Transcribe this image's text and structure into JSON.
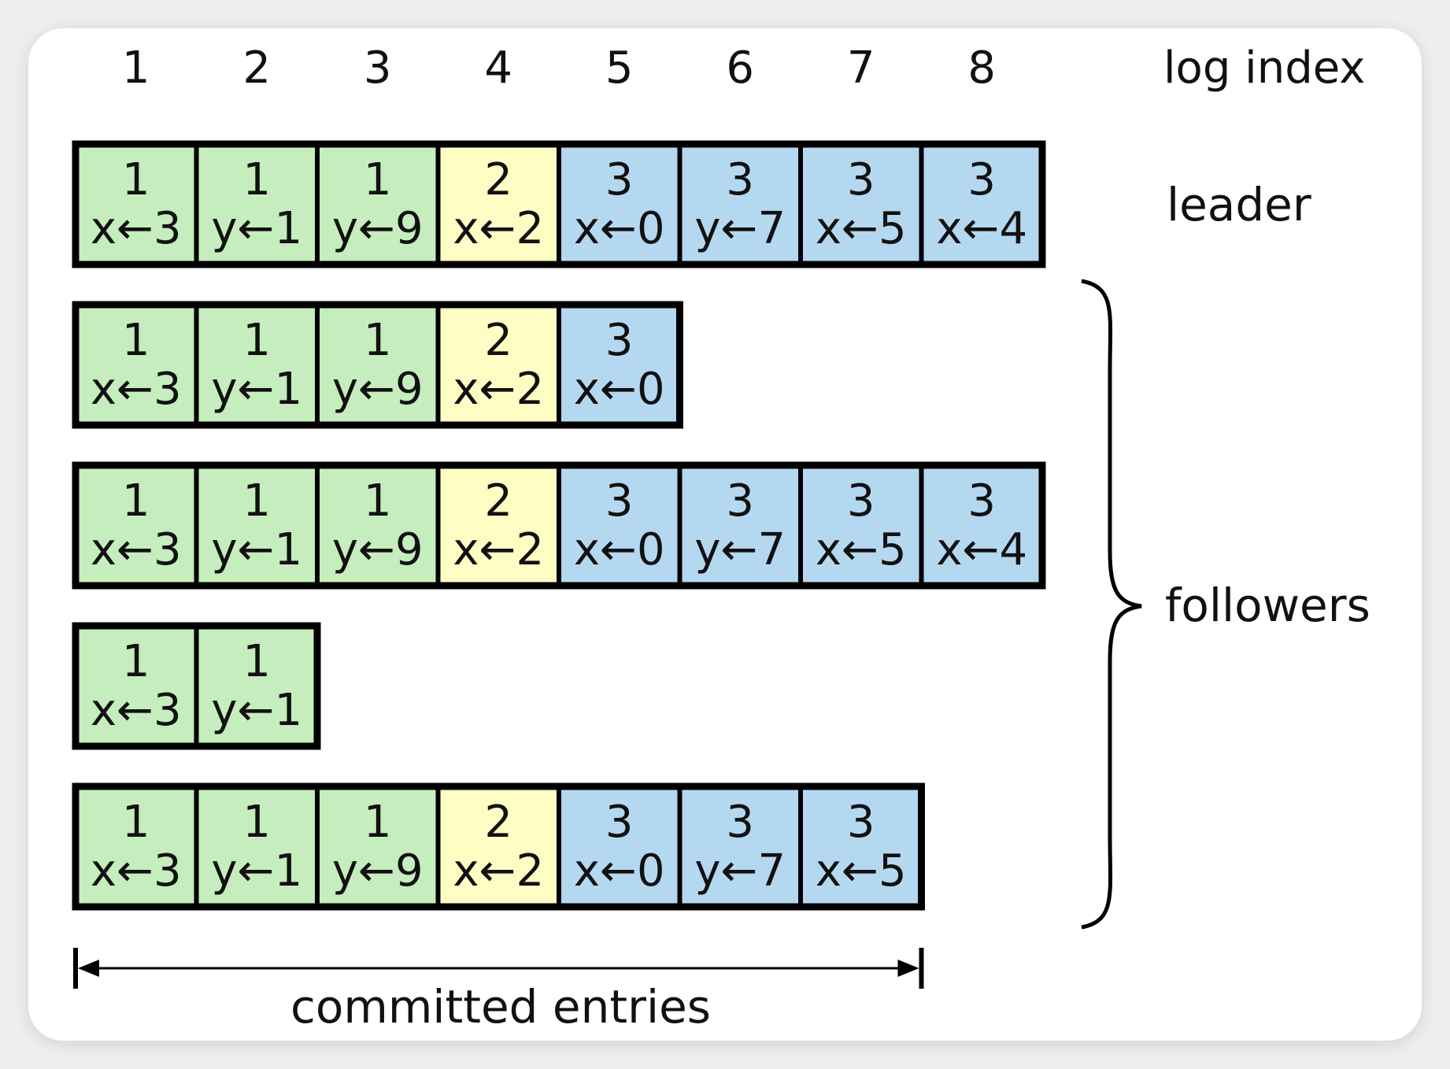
{
  "header": {
    "indices": [
      "1",
      "2",
      "3",
      "4",
      "5",
      "6",
      "7",
      "8"
    ],
    "index_label": "log index"
  },
  "labels": {
    "leader": "leader",
    "followers": "followers",
    "committed": "committed entries"
  },
  "colors": {
    "term1": "#c6edbd",
    "term2": "#fefec4",
    "term3": "#b5d8f1",
    "border": "#000000"
  },
  "logs": [
    {
      "role": "leader",
      "entries": [
        {
          "term": "1",
          "cmd": "x←3"
        },
        {
          "term": "1",
          "cmd": "y←1"
        },
        {
          "term": "1",
          "cmd": "y←9"
        },
        {
          "term": "2",
          "cmd": "x←2"
        },
        {
          "term": "3",
          "cmd": "x←0"
        },
        {
          "term": "3",
          "cmd": "y←7"
        },
        {
          "term": "3",
          "cmd": "x←5"
        },
        {
          "term": "3",
          "cmd": "x←4"
        }
      ]
    },
    {
      "role": "follower",
      "entries": [
        {
          "term": "1",
          "cmd": "x←3"
        },
        {
          "term": "1",
          "cmd": "y←1"
        },
        {
          "term": "1",
          "cmd": "y←9"
        },
        {
          "term": "2",
          "cmd": "x←2"
        },
        {
          "term": "3",
          "cmd": "x←0"
        }
      ]
    },
    {
      "role": "follower",
      "entries": [
        {
          "term": "1",
          "cmd": "x←3"
        },
        {
          "term": "1",
          "cmd": "y←1"
        },
        {
          "term": "1",
          "cmd": "y←9"
        },
        {
          "term": "2",
          "cmd": "x←2"
        },
        {
          "term": "3",
          "cmd": "x←0"
        },
        {
          "term": "3",
          "cmd": "y←7"
        },
        {
          "term": "3",
          "cmd": "x←5"
        },
        {
          "term": "3",
          "cmd": "x←4"
        }
      ]
    },
    {
      "role": "follower",
      "entries": [
        {
          "term": "1",
          "cmd": "x←3"
        },
        {
          "term": "1",
          "cmd": "y←1"
        }
      ]
    },
    {
      "role": "follower",
      "entries": [
        {
          "term": "1",
          "cmd": "x←3"
        },
        {
          "term": "1",
          "cmd": "y←1"
        },
        {
          "term": "1",
          "cmd": "y←9"
        },
        {
          "term": "2",
          "cmd": "x←2"
        },
        {
          "term": "3",
          "cmd": "x←0"
        },
        {
          "term": "3",
          "cmd": "y←7"
        },
        {
          "term": "3",
          "cmd": "x←5"
        }
      ]
    }
  ],
  "committed_through_index": 7
}
